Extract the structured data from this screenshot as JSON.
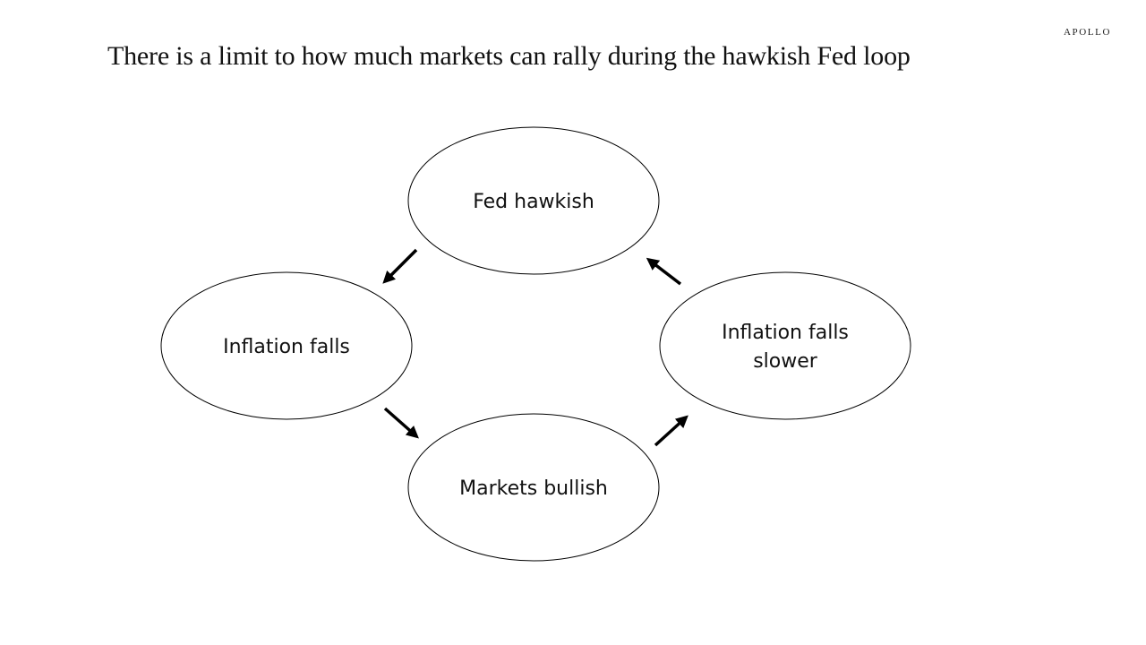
{
  "brand": "APOLLO",
  "title": "There is a limit to how much markets can rally during the hawkish Fed loop",
  "nodes": [
    {
      "id": "fed-hawkish",
      "lines": [
        "Fed hawkish"
      ]
    },
    {
      "id": "inflation-falls",
      "lines": [
        "Inflation falls"
      ]
    },
    {
      "id": "markets-bullish",
      "lines": [
        "Markets bullish"
      ]
    },
    {
      "id": "inflation-falls-slower",
      "lines": [
        "Inflation falls",
        "slower"
      ]
    }
  ],
  "edges": [
    {
      "from": "fed-hawkish",
      "to": "inflation-falls"
    },
    {
      "from": "inflation-falls",
      "to": "markets-bullish"
    },
    {
      "from": "markets-bullish",
      "to": "inflation-falls-slower"
    },
    {
      "from": "inflation-falls-slower",
      "to": "fed-hawkish"
    }
  ],
  "colors": {
    "stroke": "#000000",
    "text": "#111111",
    "background": "#ffffff"
  }
}
